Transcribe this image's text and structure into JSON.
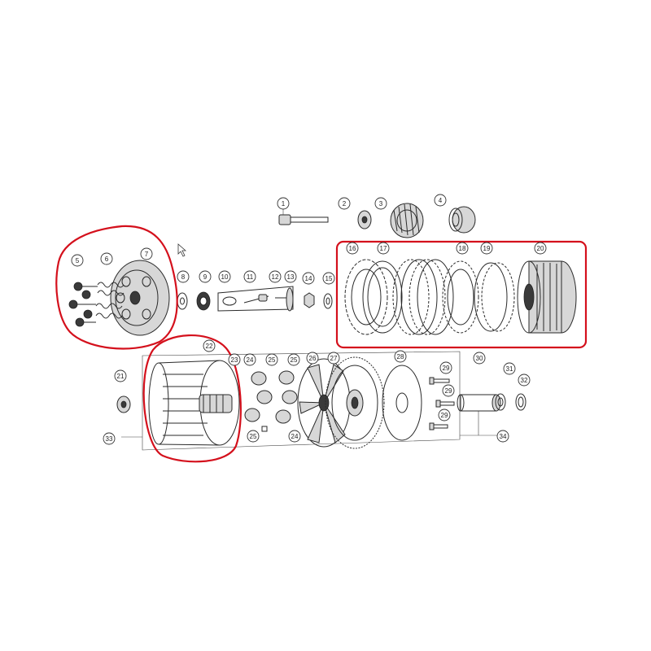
{
  "highlight_color": "#d4101c",
  "callouts": [
    "1",
    "2",
    "3",
    "4",
    "5",
    "6",
    "7",
    "8",
    "9",
    "10",
    "11",
    "12",
    "13",
    "14",
    "15",
    "16",
    "17",
    "18",
    "19",
    "20",
    "21",
    "22",
    "23",
    "24",
    "25",
    "25",
    "26",
    "27",
    "28",
    "29",
    "29",
    "29",
    "30",
    "31",
    "32",
    "33",
    "34",
    "24",
    "25"
  ]
}
